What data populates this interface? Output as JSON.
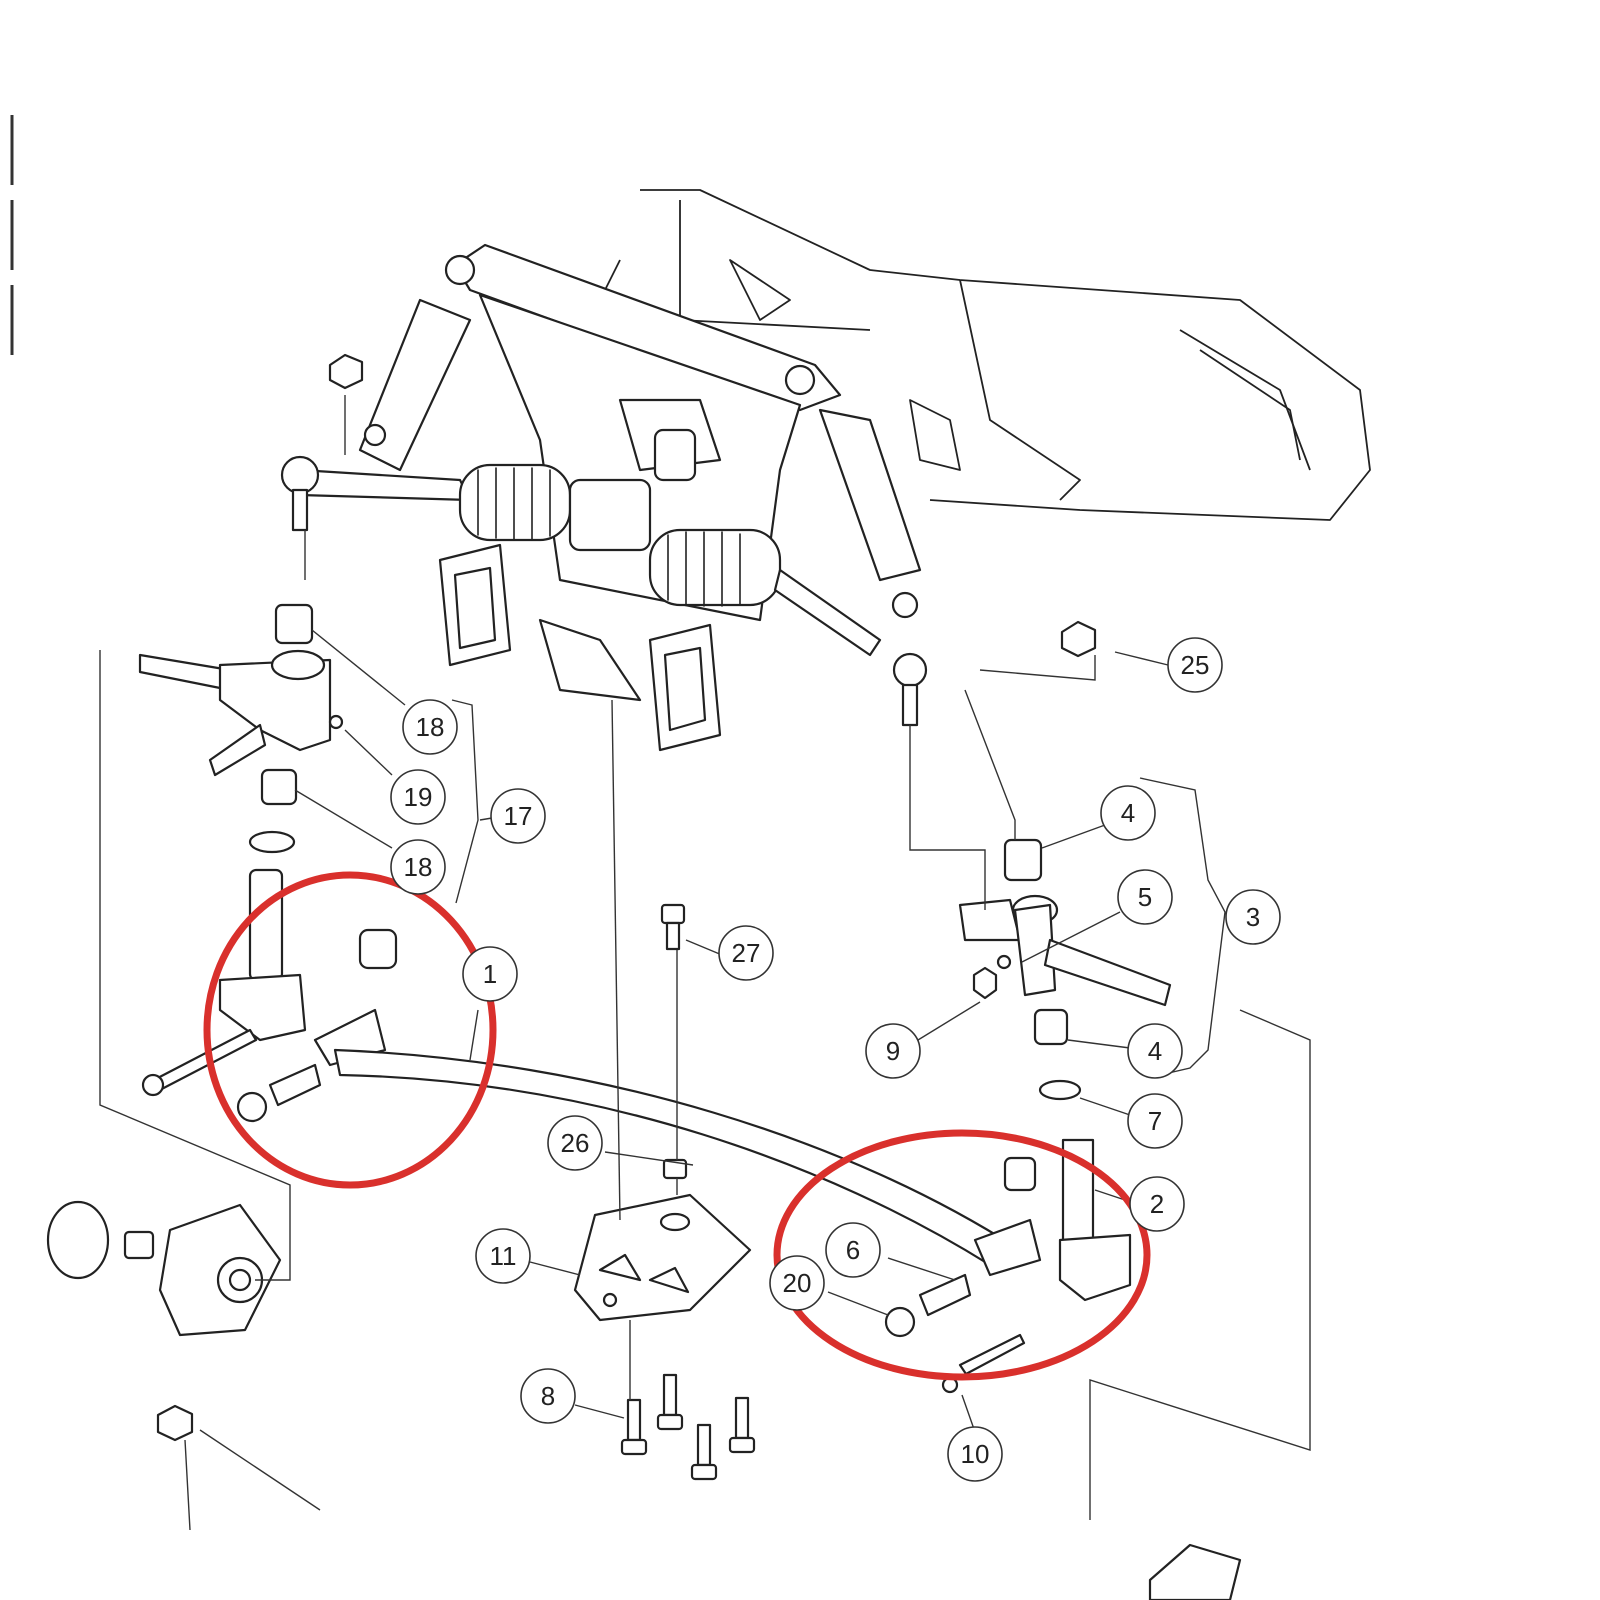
{
  "colors": {
    "highlight": "#d9302c",
    "ink": "#222222",
    "background": "#ffffff"
  },
  "callouts": [
    {
      "id": "c25",
      "label": "25"
    },
    {
      "id": "c18a",
      "label": "18"
    },
    {
      "id": "c19",
      "label": "19"
    },
    {
      "id": "c17",
      "label": "17"
    },
    {
      "id": "c18b",
      "label": "18"
    },
    {
      "id": "c1",
      "label": "1"
    },
    {
      "id": "c27",
      "label": "27"
    },
    {
      "id": "c4a",
      "label": "4"
    },
    {
      "id": "c5",
      "label": "5"
    },
    {
      "id": "c3",
      "label": "3"
    },
    {
      "id": "c9",
      "label": "9"
    },
    {
      "id": "c4b",
      "label": "4"
    },
    {
      "id": "c7",
      "label": "7"
    },
    {
      "id": "c26",
      "label": "26"
    },
    {
      "id": "c2",
      "label": "2"
    },
    {
      "id": "c11",
      "label": "11"
    },
    {
      "id": "c6",
      "label": "6"
    },
    {
      "id": "c20",
      "label": "20"
    },
    {
      "id": "c8",
      "label": "8"
    },
    {
      "id": "c10",
      "label": "10"
    }
  ]
}
